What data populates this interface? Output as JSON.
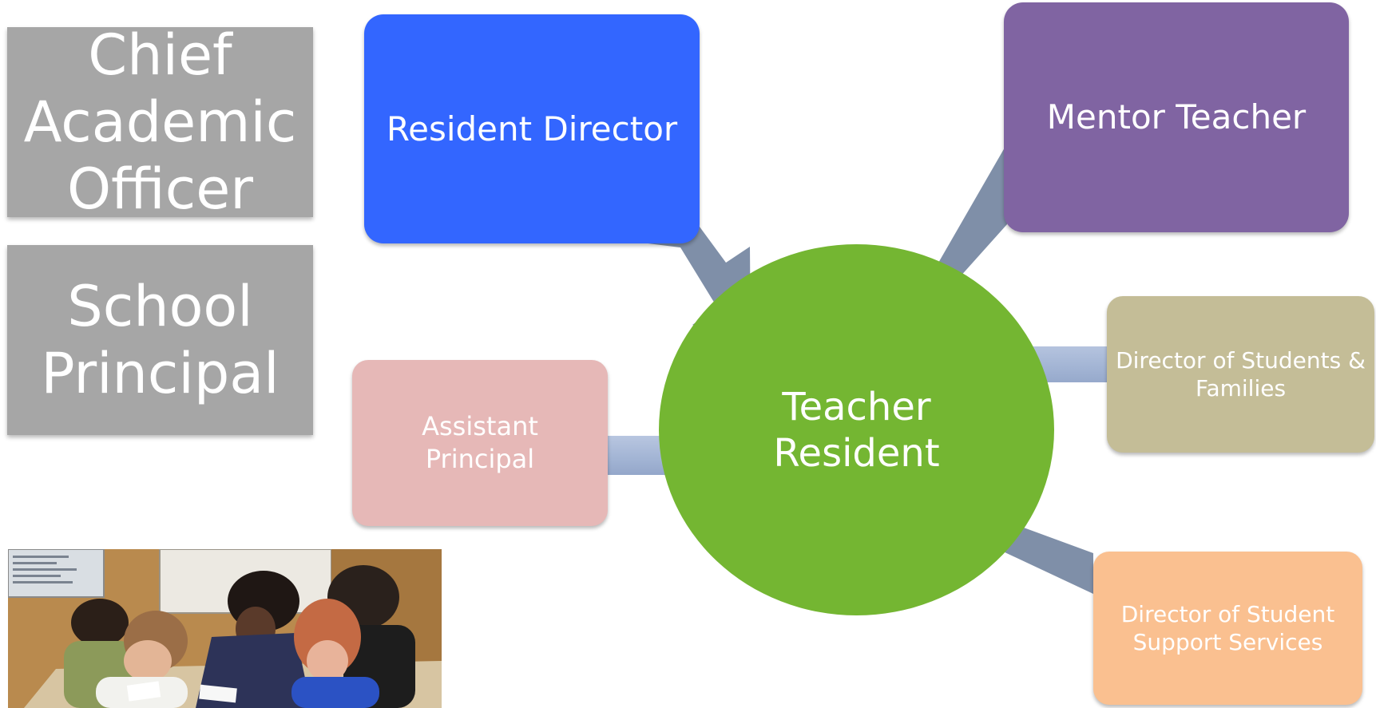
{
  "roles": {
    "chief_academic_officer": "Chief\nAcademic\nOfficer",
    "school_principal": "School\nPrincipal",
    "resident_director": "Resident Director",
    "mentor_teacher": "Mentor Teacher",
    "director_students_families": "Director of Students &\nFamilies",
    "director_student_support": "Director of Student\nSupport Services",
    "assistant_principal": "Assistant\nPrincipal",
    "teacher_resident": "Teacher\nResident"
  },
  "colors": {
    "gray_box": "#a6a6a6",
    "resident_director": "#3366ff",
    "mentor_teacher": "#8064a2",
    "director_students_families": "#c4bd97",
    "director_student_support": "#fac090",
    "assistant_principal": "#e6b8b7",
    "teacher_resident": "#74b632",
    "arrow_dark": "#7f8fa8",
    "arrow_light": "#a2b4d4"
  },
  "photo": {
    "subject": "classroom-group-work"
  }
}
